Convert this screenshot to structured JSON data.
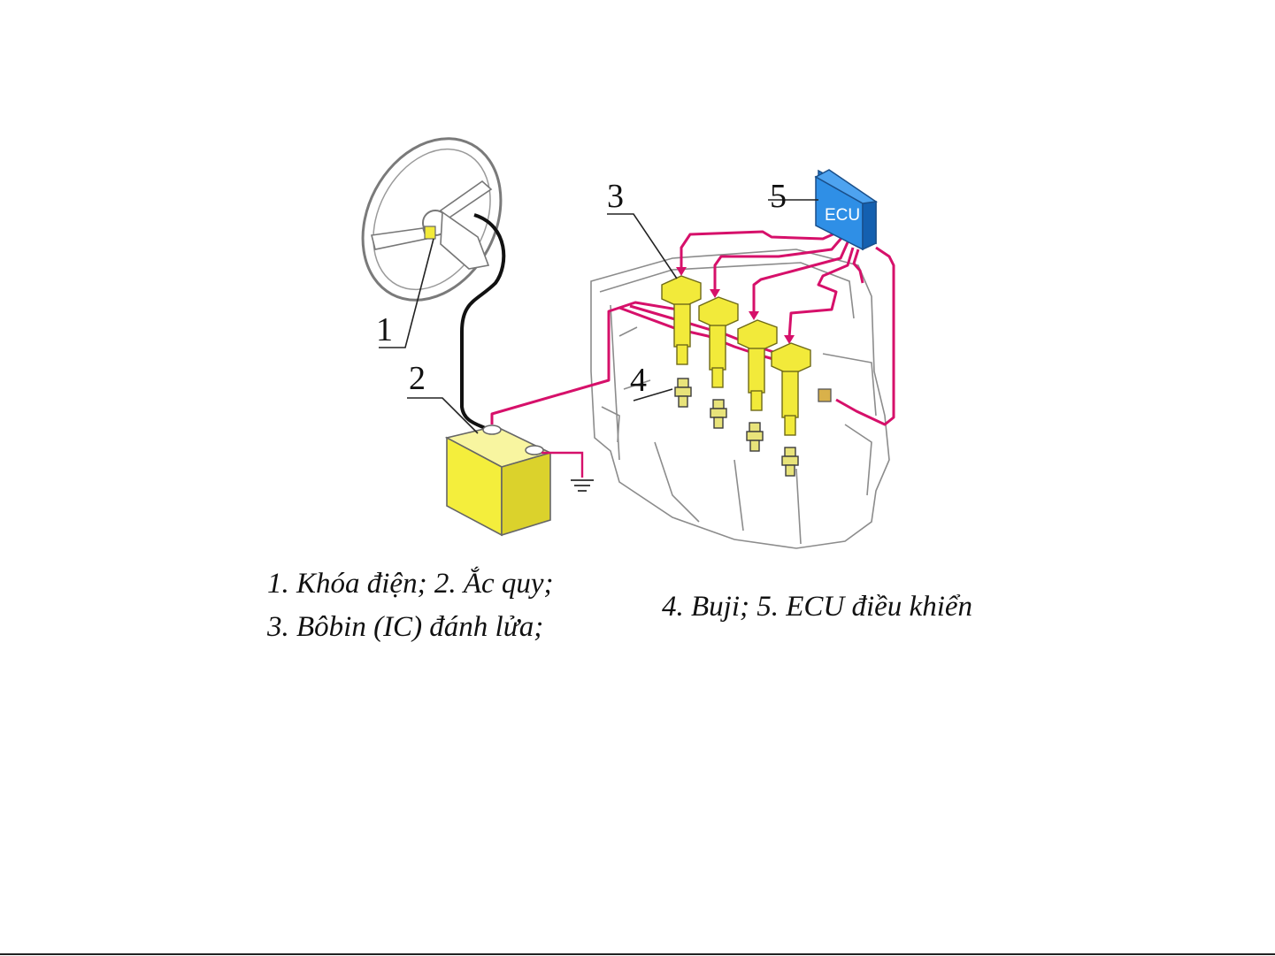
{
  "labels": {
    "one": "1",
    "two": "2",
    "three": "3",
    "four": "4",
    "five": "5",
    "ecu": "ECU"
  },
  "caption": {
    "line1": "1. Khóa điện; 2. Ắc quy;",
    "line2": "3. Bôbin (IC) đánh lửa;",
    "line3": "4. Buji; 5. ECU điều khiển"
  },
  "colors": {
    "wire": "#d6106a",
    "coil": "#f2ea3a",
    "battery": "#f4ee3c",
    "ecu": "#1e7fd8",
    "outline": "#8c8c8c"
  }
}
